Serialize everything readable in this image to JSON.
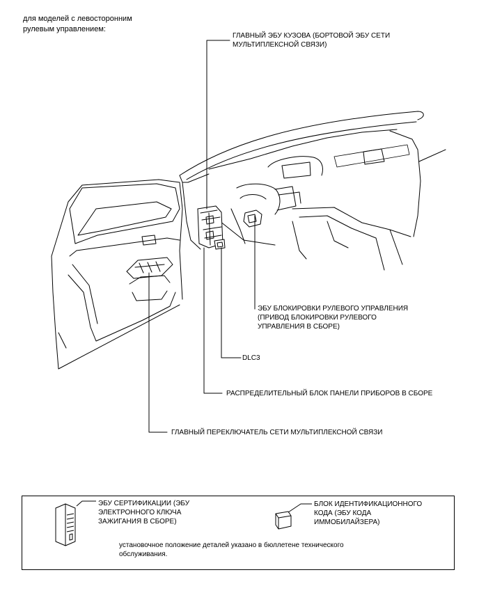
{
  "header": {
    "title": "для моделей с левосторонним\nрулевым управлением:"
  },
  "callouts": {
    "body_ecu": "ГЛАВНЫЙ ЭБУ КУЗОВА (БОРТОВОЙ ЭБУ СЕТИ\nМУЛЬТИПЛЕКСНОЙ СВЯЗИ)",
    "steering_lock": "ЭБУ БЛОКИРОВКИ РУЛЕВОГО УПРАВЛЕНИЯ\n(ПРИВОД БЛОКИРОВКИ РУЛЕВОГО\nУПРАВЛЕНИЯ В СБОРЕ)",
    "dlc3": "DLC3",
    "junction_block": "РАСПРЕДЕЛИТЕЛЬНЫЙ БЛОК ПАНЕЛИ ПРИБОРОВ В СБОРЕ",
    "master_switch": "ГЛАВНЫЙ ПЕРЕКЛЮЧАТЕЛЬ СЕТИ МУЛЬТИПЛЕКСНОЙ СВЯЗИ"
  },
  "legend": {
    "certification_ecu": "ЭБУ СЕРТИФИКАЦИИ (ЭБУ\nЭЛЕКТРОННОГО КЛЮЧА\nЗАЖИГАНИЯ В СБОРЕ)",
    "id_code_box": "БЛОК ИДЕНТИФИКАЦИОННОГО\nКОДА (ЭБУ КОДА\nИММОБИЛАЙЗЕРА)",
    "note": "установочное положение деталей указано в бюллетене технического\nобслуживания."
  }
}
